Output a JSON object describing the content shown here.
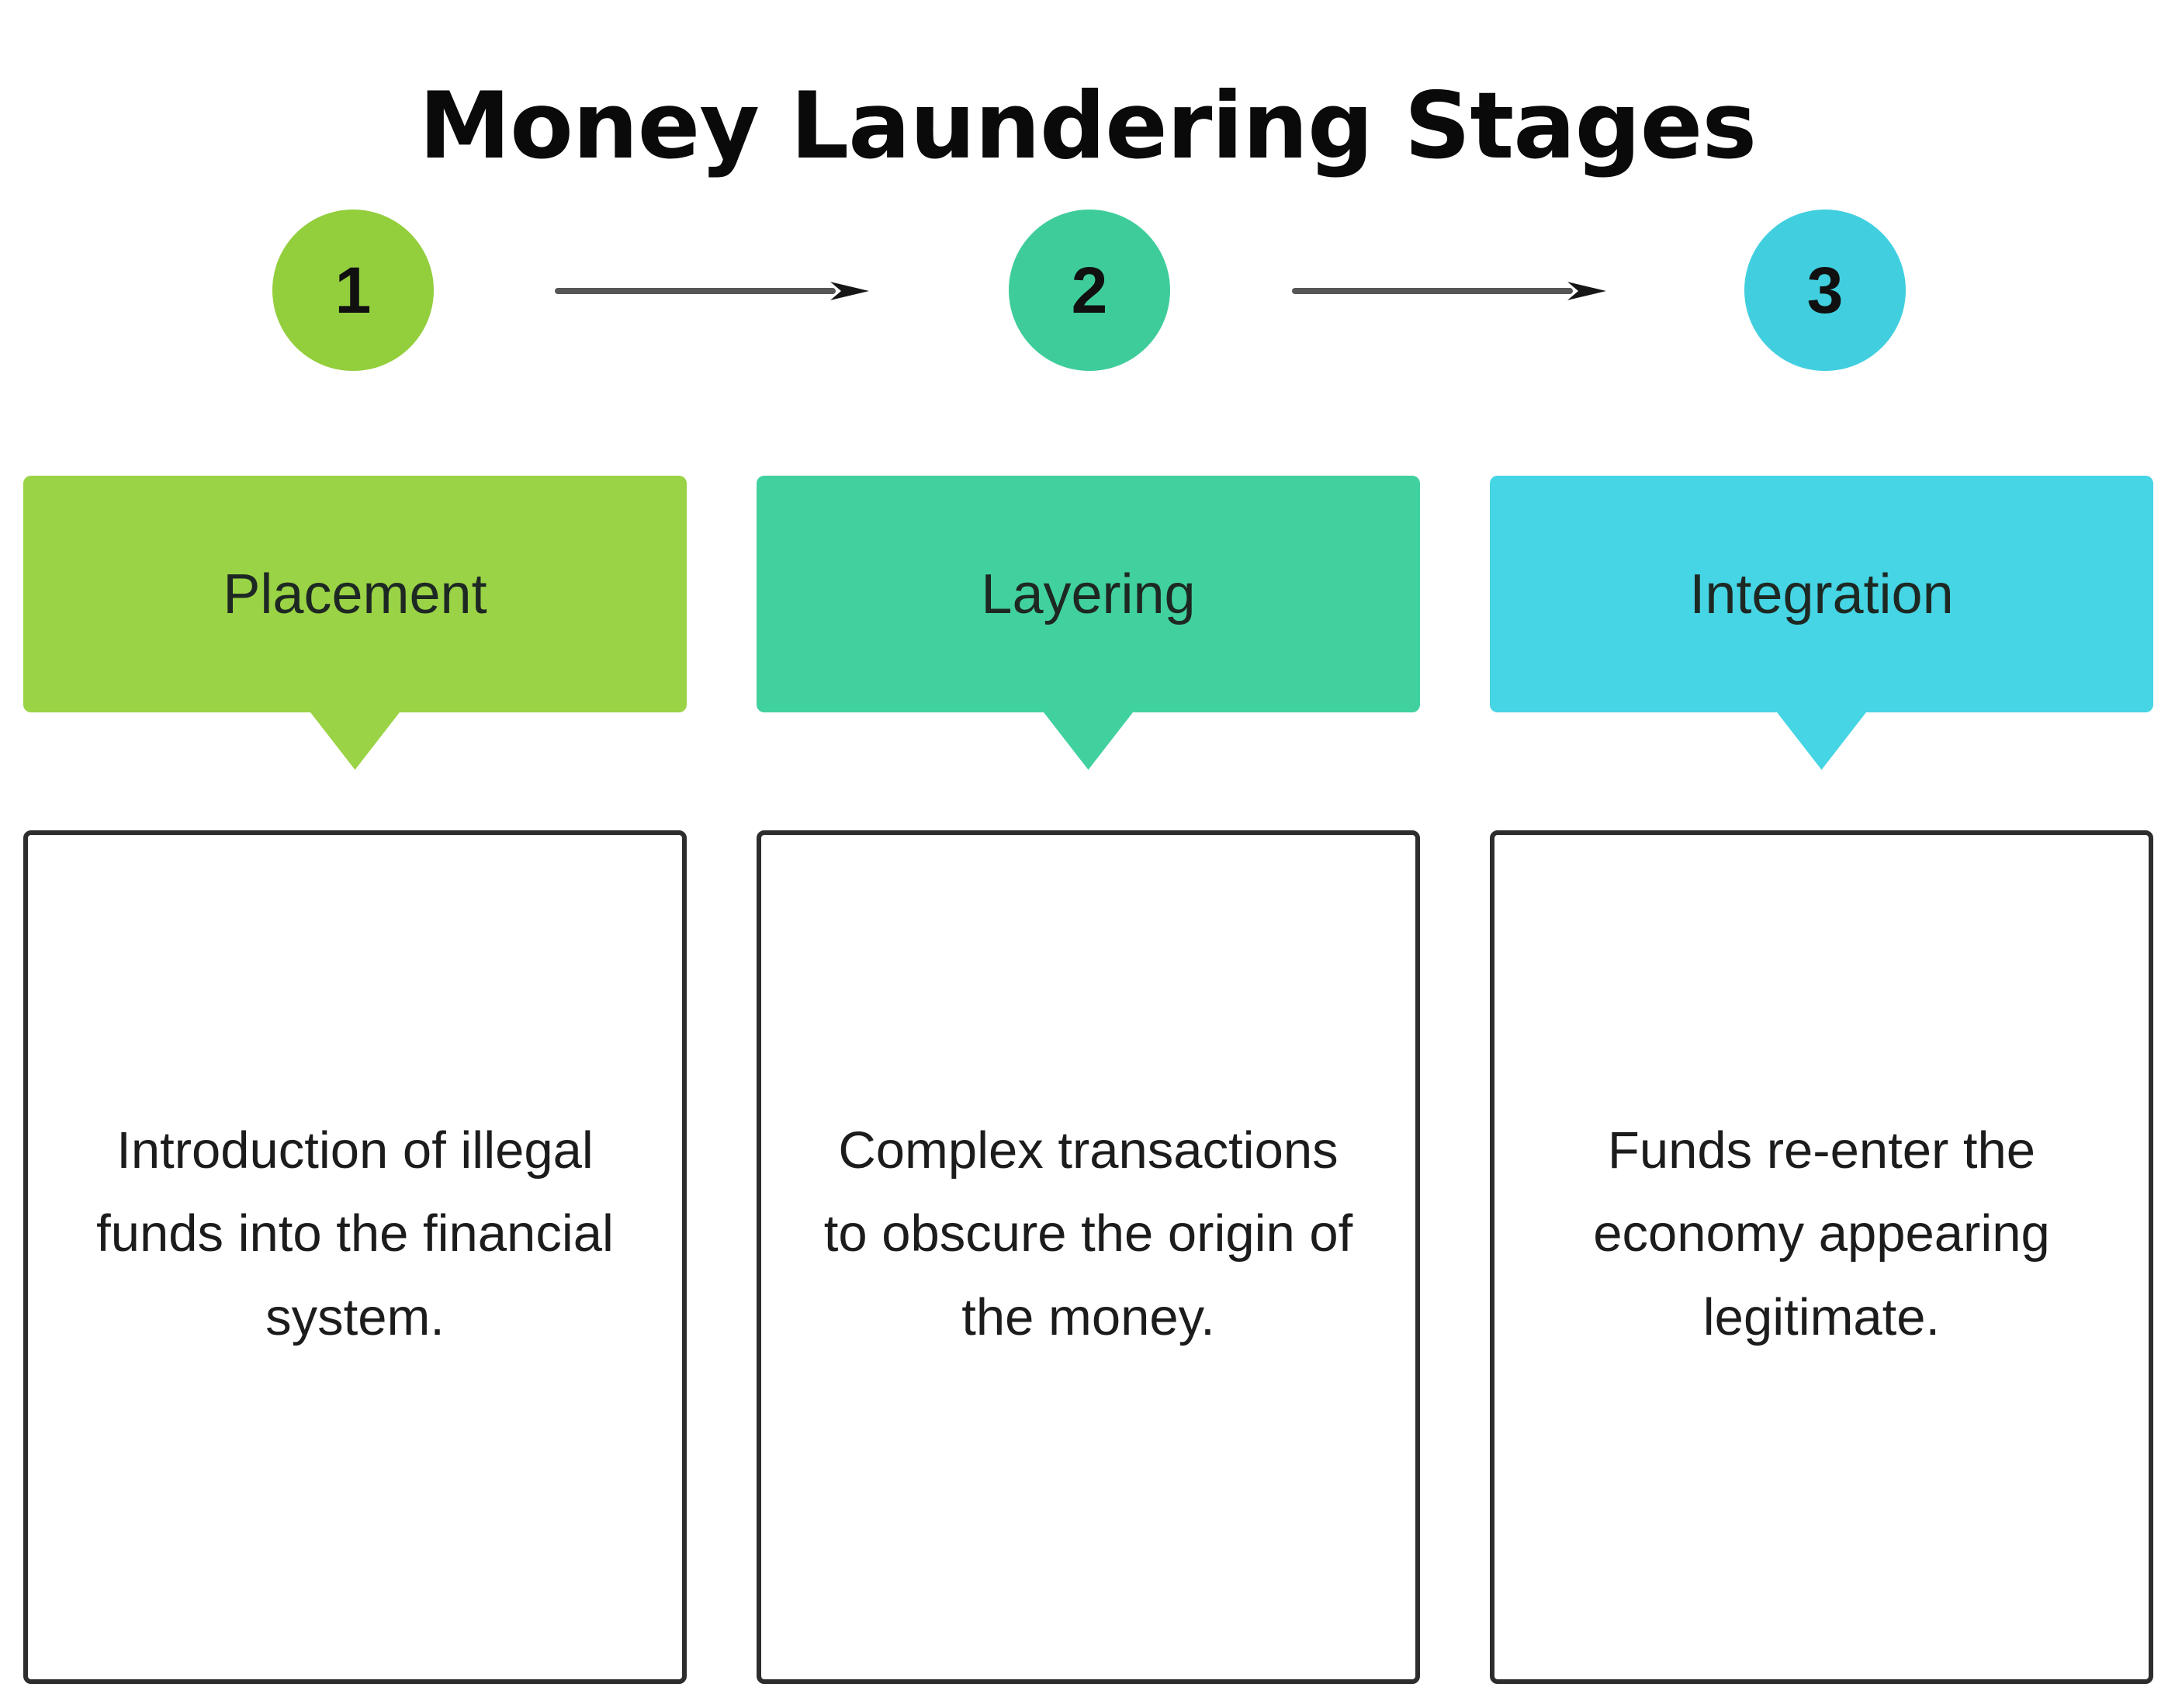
{
  "title": "Money Laundering Stages",
  "arrow": {
    "line_color": "#565656",
    "head_color": "#161616"
  },
  "stages": [
    {
      "number": "1",
      "label": "Placement",
      "description": [
        "Introduction of illegal",
        "funds into the financial",
        "system."
      ],
      "circle_color": "#93CE3D",
      "banner_color": "#9AD345"
    },
    {
      "number": "2",
      "label": "Layering",
      "description": [
        "Complex transactions",
        "to obscure the origin of",
        "the money."
      ],
      "circle_color": "#3ECD9A",
      "banner_color": "#41D19E"
    },
    {
      "number": "3",
      "label": "Integration",
      "description": [
        "Funds re-enter the",
        "economy appearing",
        "legitimate."
      ],
      "circle_color": "#41CFE0",
      "banner_color": "#45D5E4"
    }
  ]
}
